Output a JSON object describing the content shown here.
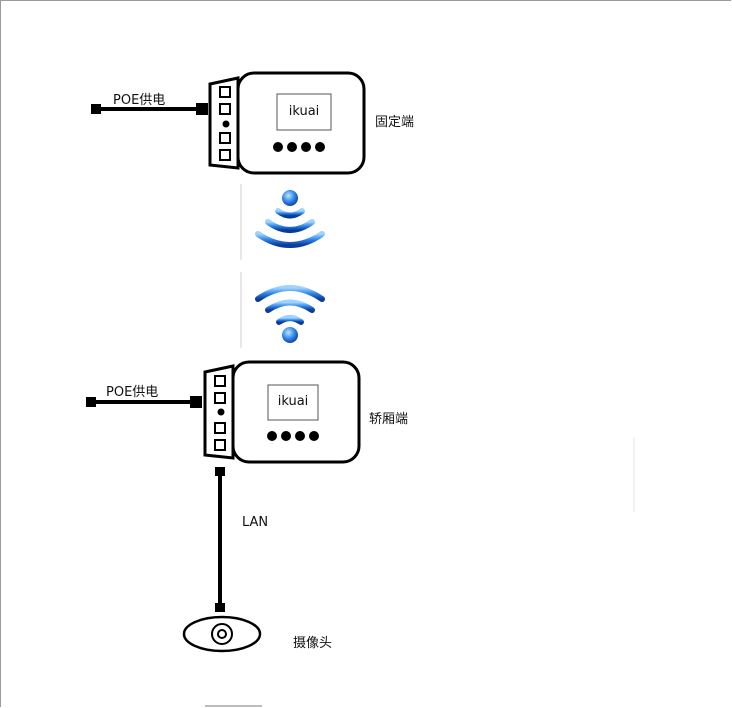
{
  "fixed_end": {
    "brand": "ikuai",
    "label": "固定端",
    "poe_label": "POE供电"
  },
  "car_end": {
    "brand": "ikuai",
    "label": "轿厢端",
    "poe_label": "POE供电"
  },
  "lan_label": "LAN",
  "camera_label": "摄像头",
  "colors": {
    "wifi_light": "#9fd4ff",
    "wifi_mid": "#2f86e8",
    "wifi_dark": "#0a3c9a",
    "stroke": "#000000"
  }
}
